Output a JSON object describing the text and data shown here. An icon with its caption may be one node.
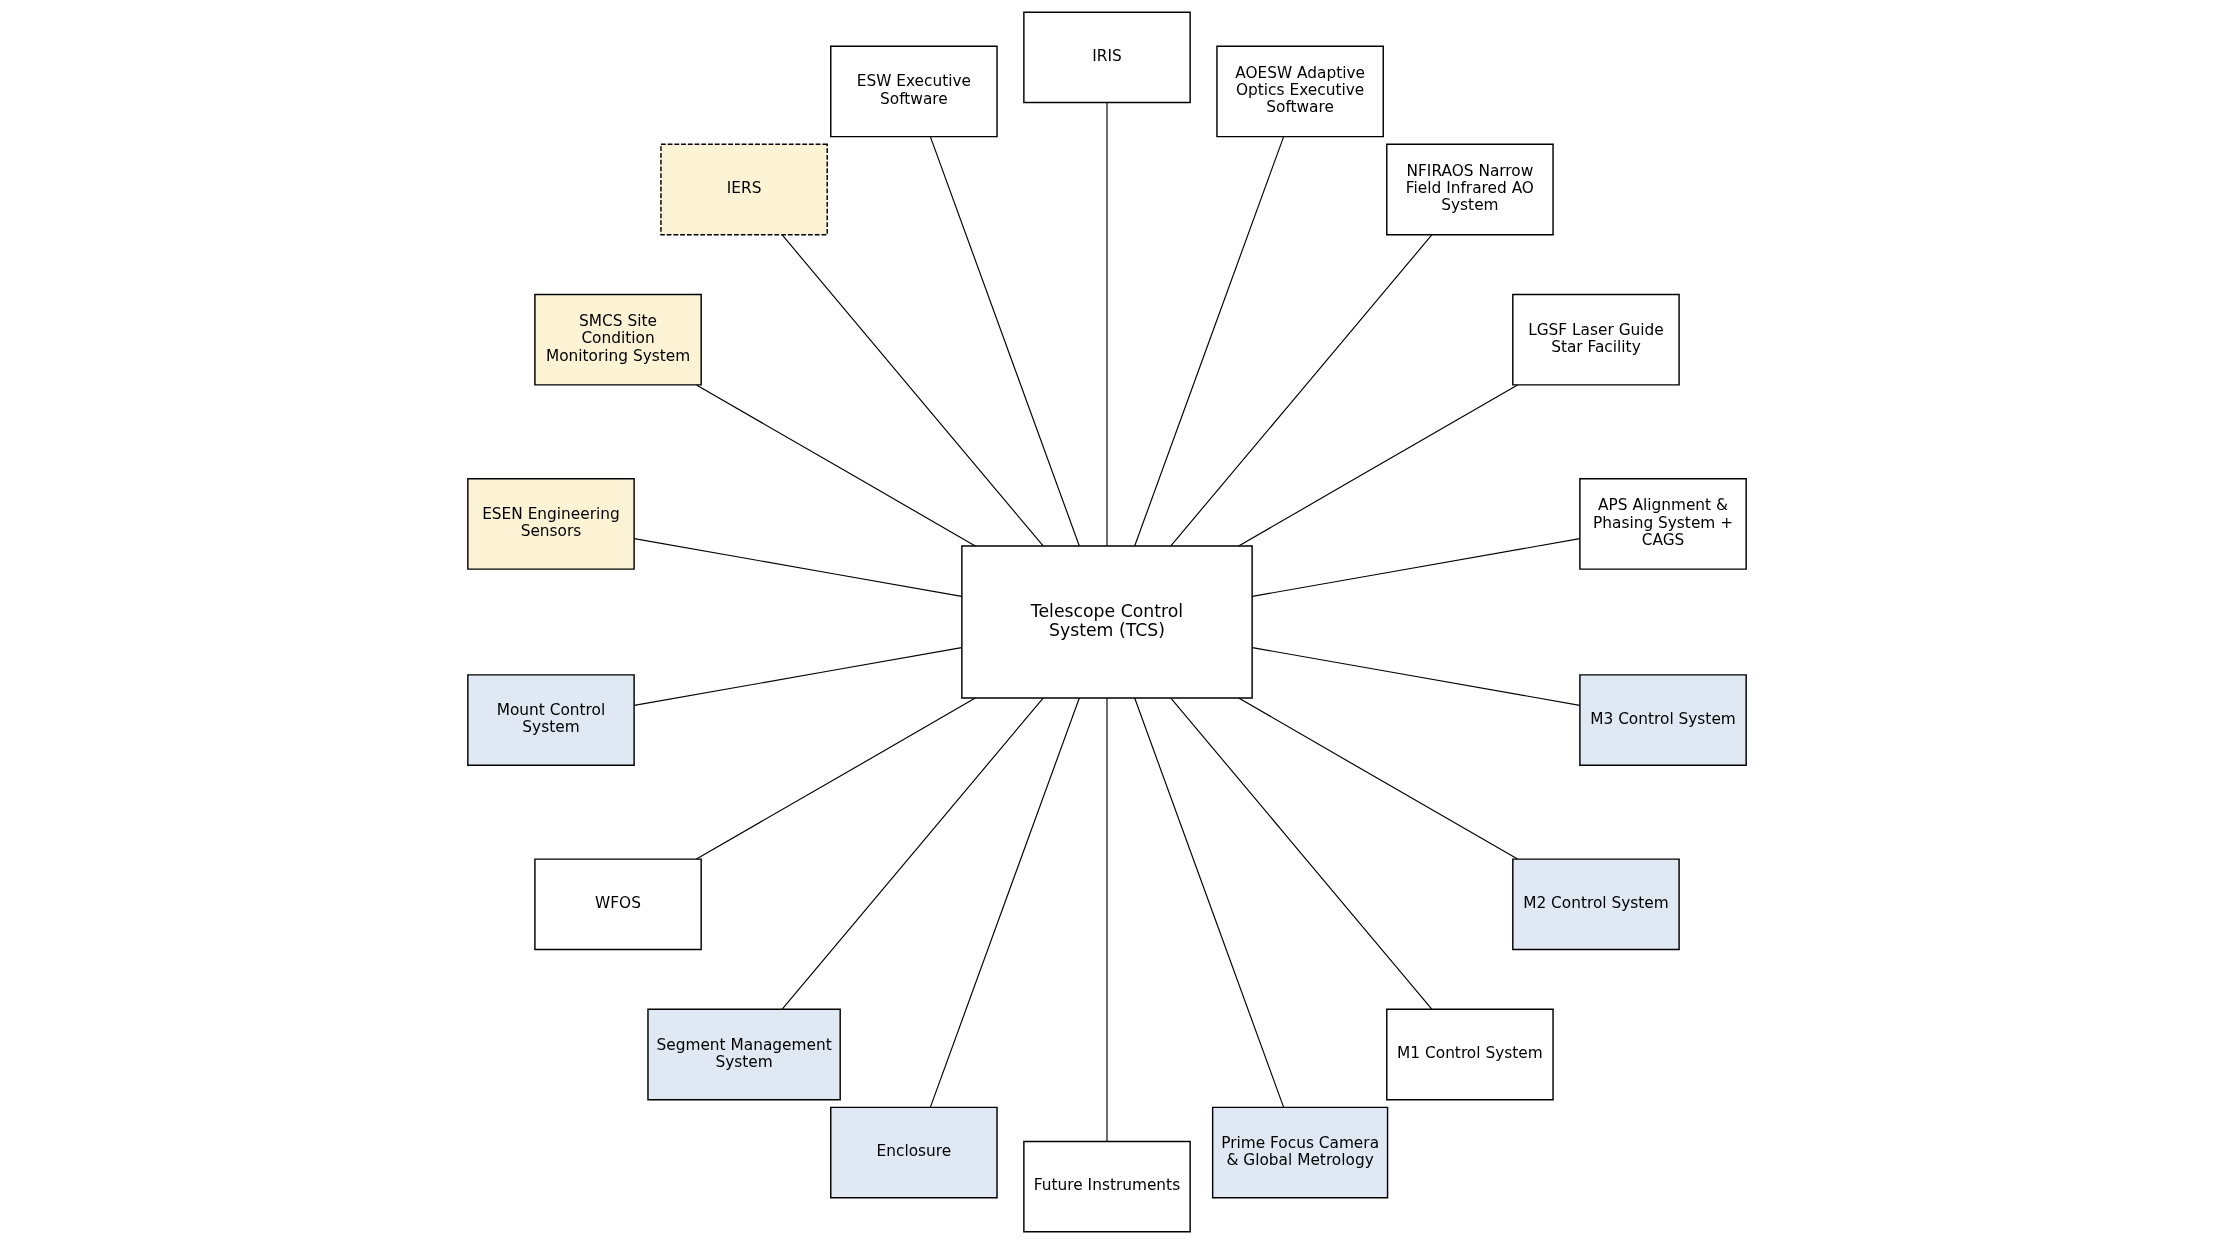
{
  "diagram": {
    "nodes": [
      {
        "text": [
          "APS Alignment & Phasing System + CAGS"
        ]
      },
      {
        "text": [
          "LGSF Laser Guide Star Facility"
        ]
      },
      {
        "text": [
          "NFIRAOS Narrow Field Infrared AO System"
        ]
      },
      {
        "text": [
          "AOESW Adaptive Optics Executive Software"
        ]
      },
      {
        "text": [
          "IRIS"
        ]
      },
      {
        "text": [
          "ESW Executive Software"
        ]
      },
      {
        "text": [
          "IERS"
        ]
      },
      {
        "text": [
          "SMCS Site Condition Monitoring System"
        ]
      },
      {
        "text": [
          "Telescope Control System (TCS)"
        ]
      },
      {
        "text": [
          "ESEN Engineering Sensors"
        ]
      },
      {
        "text": [
          "Mount Control System"
        ]
      },
      {
        "text": [
          "WFOS"
        ]
      },
      {
        "text": [
          "Segment Management System"
        ]
      },
      {
        "text": [
          "Enclosure"
        ]
      },
      {
        "text": [
          "Future Instruments"
        ]
      },
      {
        "text": [
          "Prime Focus Camera & Global Metrology"
        ]
      },
      {
        "text": [
          "M1 Control System"
        ]
      },
      {
        "text": [
          "M2 Control System"
        ]
      },
      {
        "text": [
          "M3 Control System"
        ]
      }
    ],
    "edges": [
      {
        "from": 8,
        "to": 0,
        "arrow": "none"
      },
      {
        "from": 8,
        "to": 1,
        "arrow": "none"
      },
      {
        "from": 8,
        "to": 2,
        "arrow": "none"
      },
      {
        "from": 8,
        "to": 3,
        "arrow": "none"
      },
      {
        "from": 8,
        "to": 4,
        "arrow": "none"
      },
      {
        "from": 8,
        "to": 6,
        "arrow": "none"
      },
      {
        "from": 8,
        "to": 9,
        "arrow": "none"
      },
      {
        "from": 8,
        "to": 11,
        "arrow": "none"
      },
      {
        "from": 8,
        "to": 13,
        "arrow": "none"
      },
      {
        "from": 8,
        "to": 18,
        "arrow": "none"
      },
      {
        "from": 8,
        "to": 17,
        "arrow": "none"
      },
      {
        "from": 8,
        "to": 16,
        "arrow": "none"
      },
      {
        "from": 8,
        "to": 15,
        "arrow": "none"
      },
      {
        "from": 8,
        "to": 14,
        "arrow": "none"
      },
      {
        "from": 8,
        "to": 12,
        "arrow": "none"
      },
      {
        "from": 8,
        "to": 10,
        "arrow": "none"
      },
      {
        "from": 8,
        "to": 7,
        "arrow": "none"
      },
      {
        "from": 8,
        "to": 5,
        "arrow": "none"
      }
    ]
  }
}
